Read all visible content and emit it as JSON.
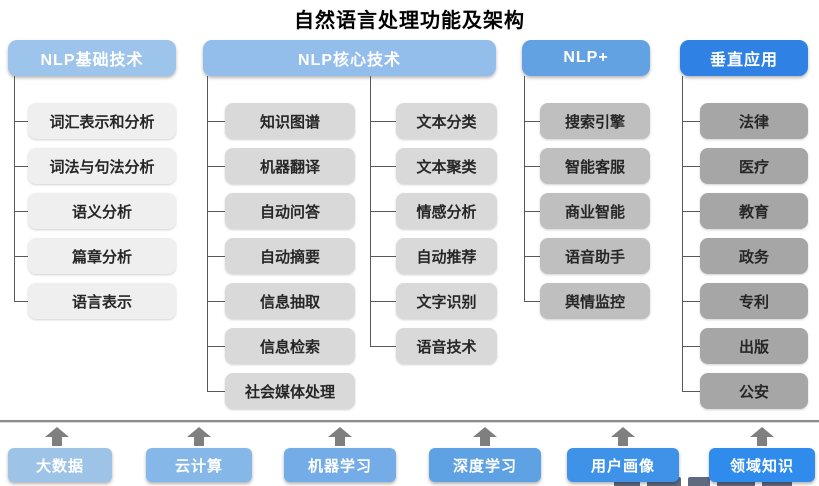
{
  "title": "自然语言处理功能及架构",
  "columns": [
    {
      "header": "NLP基础技术",
      "items": [
        "词汇表示和分析",
        "词法与句法分析",
        "语义分析",
        "篇章分析",
        "语言表示"
      ]
    },
    {
      "header": "NLP核心技术",
      "items_left": [
        "知识图谱",
        "机器翻译",
        "自动问答",
        "自动摘要",
        "信息抽取",
        "信息检索",
        "社会媒体处理"
      ],
      "items_right": [
        "文本分类",
        "文本聚类",
        "情感分析",
        "自动推荐",
        "文字识别",
        "语音技术"
      ]
    },
    {
      "header": "NLP+",
      "items": [
        "搜索引擎",
        "智能客服",
        "商业智能",
        "语音助手",
        "舆情监控"
      ]
    },
    {
      "header": "垂直应用",
      "items": [
        "法律",
        "医疗",
        "教育",
        "政务",
        "专利",
        "出版",
        "公安"
      ]
    }
  ],
  "foundation": {
    "items": [
      "大数据",
      "云计算",
      "机器学习",
      "深度学习",
      "用户画像",
      "领域知识"
    ]
  },
  "colors": {
    "header_colors": [
      "#9DC4EA",
      "#93BEEC",
      "#62A2E3",
      "#2F82E4"
    ],
    "item_colors": [
      "#EFEFEF",
      "#D9D9D9",
      "#BFBFBF",
      "#A6A6A6"
    ],
    "foundation_colors": [
      "#9DC3E6",
      "#85B7E8",
      "#74ACE8",
      "#5FA2E4",
      "#3E92E8",
      "#2F8CEC"
    ],
    "connector_color": "#595959",
    "arrow_color": "#7F7F7F",
    "header_text_color": "#FFFFFF"
  }
}
